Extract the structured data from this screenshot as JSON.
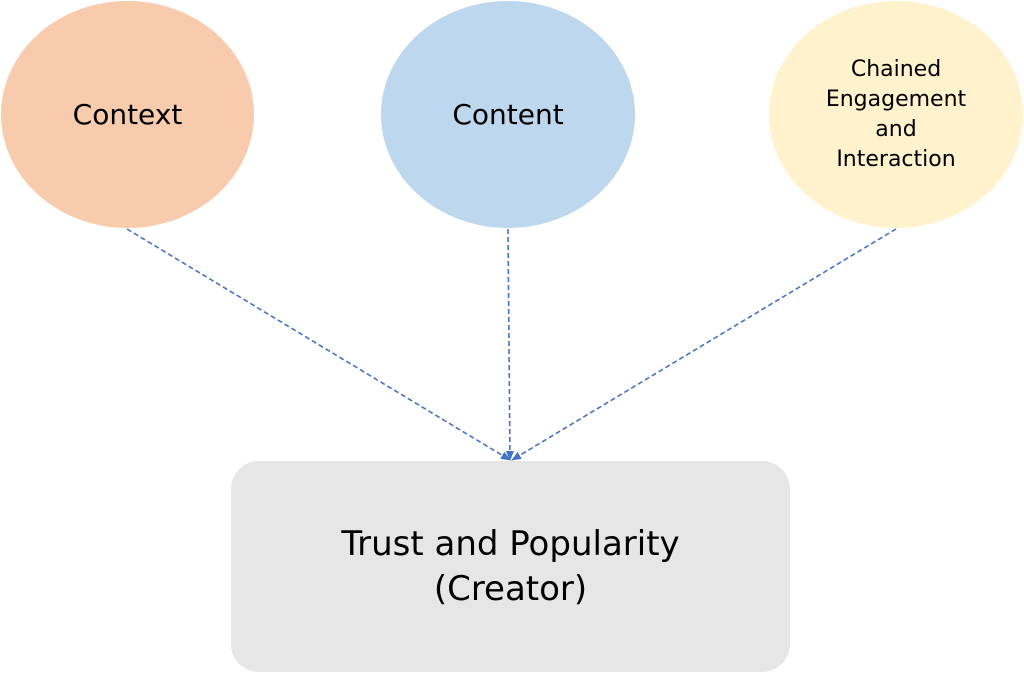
{
  "nodes": {
    "context": {
      "label": "Context",
      "color": "#F8CBAD"
    },
    "content": {
      "label": "Content",
      "color": "#BDD7EE"
    },
    "engagement": {
      "label": "Chained Engagement and Interaction",
      "color": "#FFF2CC"
    },
    "trust": {
      "label": "Trust and Popularity (Creator)",
      "color": "#E7E6E6"
    }
  },
  "edges": [
    {
      "from": "Context",
      "to": "Trust and Popularity (Creator)",
      "style": "dashed"
    },
    {
      "from": "Content",
      "to": "Trust and Popularity (Creator)",
      "style": "dashed"
    },
    {
      "from": "Chained Engagement and Interaction",
      "to": "Trust and Popularity (Creator)",
      "style": "dashed"
    }
  ],
  "edge_color": "#4472C4"
}
